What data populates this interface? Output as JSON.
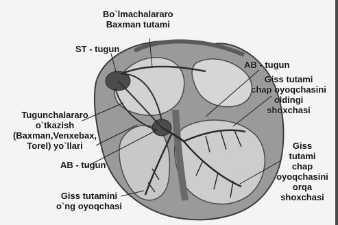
{
  "labels": {
    "bachmann": {
      "lines": [
        "Bo`lmachalararo",
        "Baxman tutami"
      ]
    },
    "st_node": {
      "lines": [
        "ST - tugun"
      ]
    },
    "ab_node_top": {
      "lines": [
        "AB - tugun"
      ]
    },
    "left_bundle_anterior": {
      "lines": [
        "Giss tutami",
        "chap oyoqchasini",
        "oldingi",
        "shoxchasi"
      ]
    },
    "internodal": {
      "lines": [
        "Tugunchalararo",
        "o`tkazish",
        "(Baxman,Venxebax,",
        "Torel)   yo`llari"
      ]
    },
    "ab_node_bottom": {
      "lines": [
        "AB - tugun"
      ]
    },
    "left_bundle_posterior": {
      "lines": [
        "Giss",
        "tutami",
        "chap",
        "oyoqchasini",
        "orqa",
        "shoxchasi"
      ]
    },
    "right_bundle": {
      "lines": [
        "Giss tutamini",
        "o`ng oyoqchasi"
      ]
    }
  }
}
